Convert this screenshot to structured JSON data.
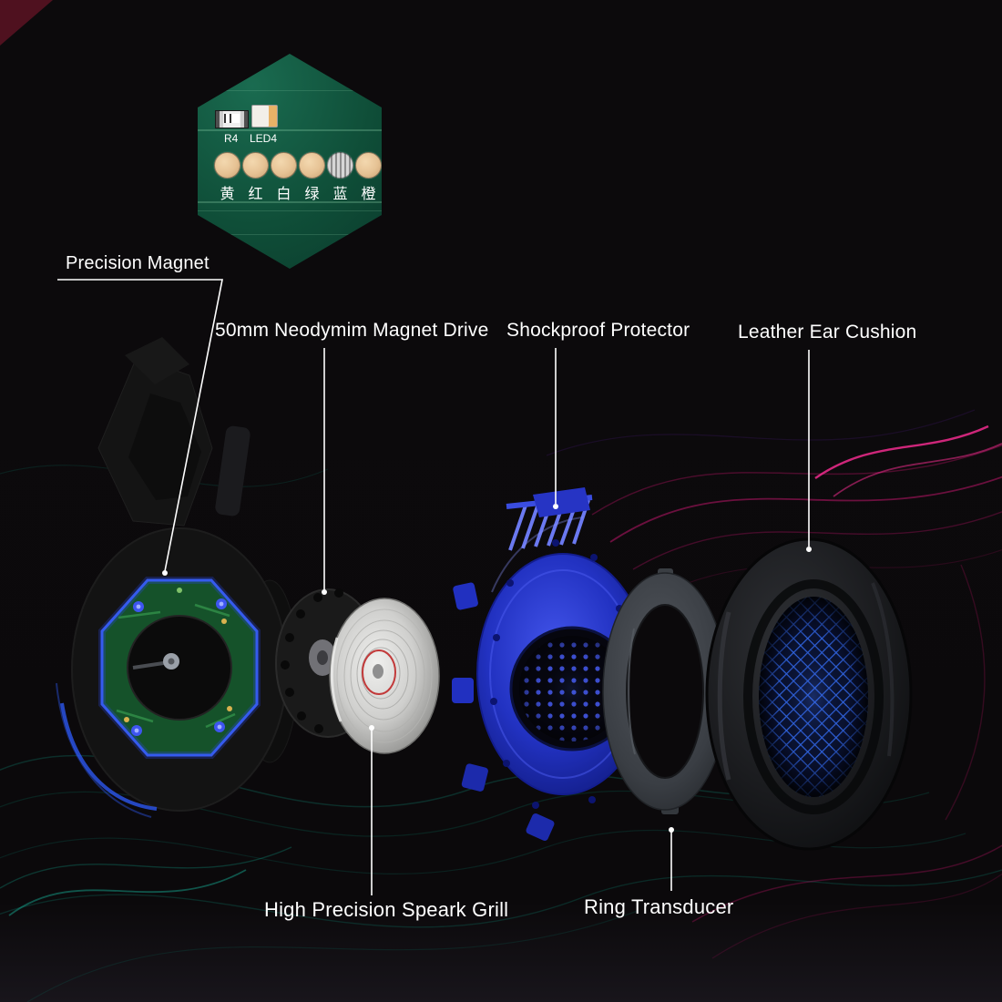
{
  "colors": {
    "background": "#0c0a0c",
    "label_text": "#ffffff",
    "pcb_green": "#0f4e38",
    "accent_blue": "#2232c2",
    "wave_teal": "#0ea189",
    "wave_magenta": "#e0187c",
    "pad_tan": "#e6c294",
    "pad_silver": "#c9c9c9",
    "mesh_blue": "#2f62dd"
  },
  "inset": {
    "r4_label": "R4",
    "led4_label": "LED4",
    "color_dots": [
      {
        "label": "黄",
        "color": "#e6c294"
      },
      {
        "label": "红",
        "color": "#e6c294"
      },
      {
        "label": "白",
        "color": "#e6c294"
      },
      {
        "label": "绿",
        "color": "#e6c294"
      },
      {
        "label": "蓝",
        "color": "#c9c9c9"
      },
      {
        "label": "橙",
        "color": "#e6c294"
      }
    ]
  },
  "callouts": {
    "precision_magnet": "Precision Magnet",
    "magnet_drive": "50mm Neodymim Magnet Drive",
    "shockproof_protector": "Shockproof Protector",
    "leather_ear_cushion": "Leather Ear Cushion",
    "speaker_grill": "High Precision Speark Grill",
    "ring_transducer": "Ring Transducer"
  }
}
